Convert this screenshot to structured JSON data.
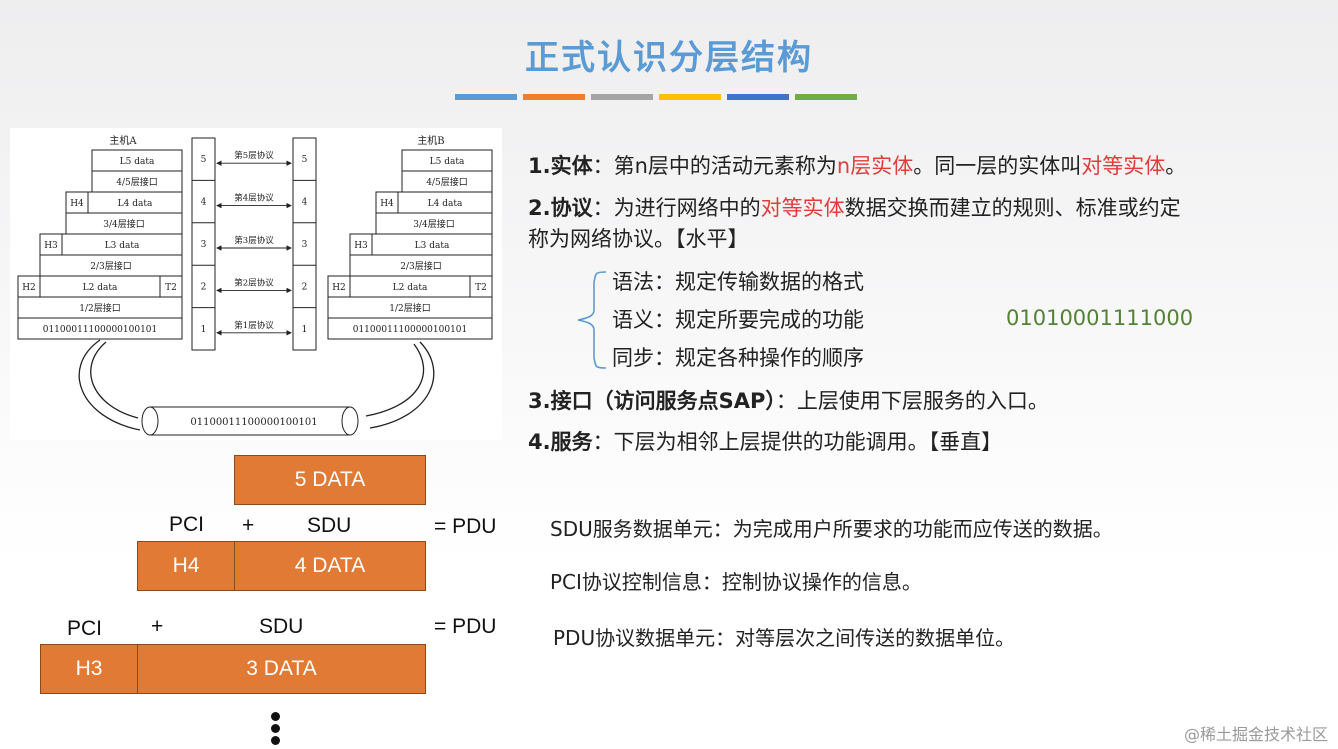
{
  "title": "正式认识分层结构",
  "title_bar_colors": [
    "#5b9bd5",
    "#ed7d31",
    "#a5a5a5",
    "#ffc000",
    "#4472c4",
    "#70ad47"
  ],
  "diagram": {
    "host_a": "主机A",
    "host_b": "主机B",
    "host_rows": [
      {
        "main": "L5 data"
      },
      {
        "main": "4/5层接口"
      },
      {
        "header": "H4",
        "main": "L4 data"
      },
      {
        "main": "3/4层接口"
      },
      {
        "header": "H3",
        "main": "L3 data"
      },
      {
        "main": "2/3层接口"
      },
      {
        "header": "H2",
        "main": "L2 data",
        "trailer": "T2"
      },
      {
        "main": "1/2层接口"
      },
      {
        "main": "01100011100000100101"
      }
    ],
    "protocol_layers": [
      {
        "num": "5",
        "label": "第5层协议"
      },
      {
        "num": "4",
        "label": "第4层协议"
      },
      {
        "num": "3",
        "label": "第3层协议"
      },
      {
        "num": "2",
        "label": "第2层协议"
      },
      {
        "num": "1",
        "label": "第1层协议"
      }
    ],
    "pipe_bits": "01100011100000100101"
  },
  "points": {
    "p1_num": "1.",
    "p1_key": "实体",
    "p1_t1": "：第n层中的活动元素称为",
    "p1_red1": "n层实体",
    "p1_t2": "。同一层的实体叫",
    "p1_red2": "对等实体",
    "p1_t3": "。",
    "p2_num": "2.",
    "p2_key": "协议",
    "p2_t1": "：为进行网络中的",
    "p2_red": "对等实体",
    "p2_t2": "数据交换而建立的规则、标准或约定",
    "p2_line2": "称为网络协议。【水平】",
    "sub1": "语法：规定传输数据的格式",
    "sub2": "语义：规定所要完成的功能",
    "sub3": "同步：规定各种操作的顺序",
    "binary": "01010001111000",
    "p3_num": "3.",
    "p3_key": "接口（访问服务点SAP）",
    "p3_t": "：上层使用下层服务的入口。",
    "p4_num": "4.",
    "p4_key": "服务",
    "p4_t": "：下层为相邻上层提供的功能调用。【垂直】"
  },
  "pdu": {
    "box_5": "5 DATA",
    "pci": "PCI",
    "plus": "+",
    "sdu": "SDU",
    "eq_pdu": "= PDU",
    "box_h4": "H4",
    "box_4": "4 DATA",
    "box_h3": "H3",
    "box_3": "3 DATA"
  },
  "definitions": {
    "sdu": "SDU服务数据单元：为完成用户所要求的功能而应传送的数据。",
    "pci": "PCI协议控制信息：控制协议操作的信息。",
    "pdu": "PDU协议数据单元：对等层次之间传送的数据单位。"
  },
  "watermark": "@稀土掘金技术社区"
}
